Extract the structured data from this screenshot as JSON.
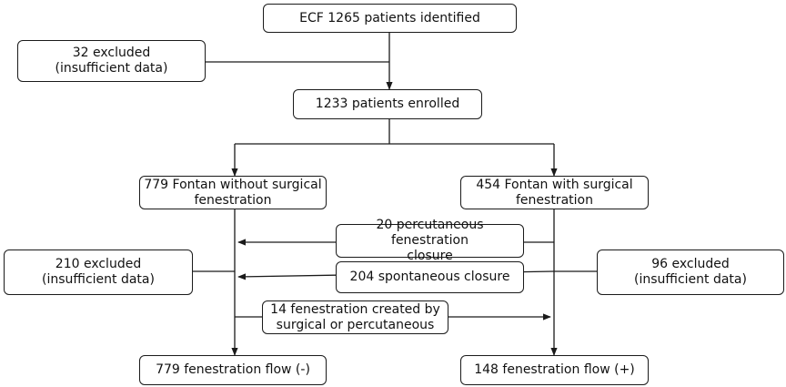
{
  "flowchart": {
    "identified": "ECF 1265 patients identified",
    "excluded_top": "32 excluded\n(insufficient data)",
    "enrolled": "1233 patients enrolled",
    "without_fen": "779 Fontan without surgical\nfenestration",
    "with_fen": "454 Fontan with surgical\nfenestration",
    "perc_closure": "20 percutaneous fenestration\nclosure",
    "spont_closure": "204 spontaneous closure",
    "excluded_left": "210 excluded\n(insufficient data)",
    "excluded_right": "96 excluded\n(insufficient data)",
    "created": "14 fenestration created by\nsurgical or percutaneous",
    "flow_neg": "779 fenestration flow (-)",
    "flow_pos": "148 fenestration flow (+)"
  },
  "colors": {
    "line": "#1a1a1a",
    "box_border": "#1a1a1a",
    "background": "#ffffff"
  }
}
